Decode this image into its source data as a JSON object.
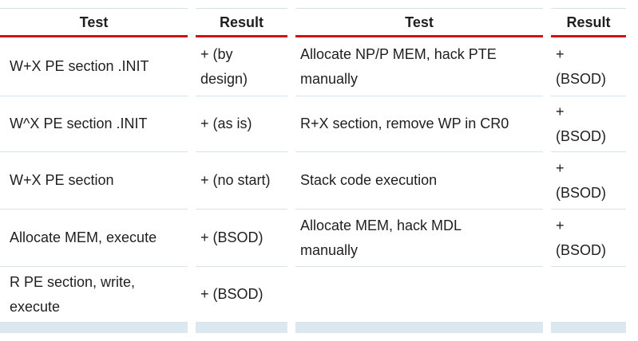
{
  "table": {
    "columns": [
      {
        "label": "Test"
      },
      {
        "label": "Result"
      },
      {
        "label": "Test"
      },
      {
        "label": "Result"
      }
    ],
    "rows": [
      {
        "cells": [
          "W+X PE section .INIT",
          "+ (by design)",
          "Allocate NP/P MEM, hack PTE manually",
          "+ (BSOD)"
        ]
      },
      {
        "cells": [
          "W^X PE section .INIT",
          "+ (as is)",
          "R+X section, remove WP in CR0",
          "+ (BSOD)"
        ]
      },
      {
        "cells": [
          "W+X PE section",
          "+ (no start)",
          "Stack code execution",
          "+ (BSOD)"
        ]
      },
      {
        "cells": [
          "Allocate MEM, execute",
          "+ (BSOD)",
          "Allocate MEM, hack MDL manually",
          "+ (BSOD)"
        ]
      },
      {
        "cells": [
          "R PE section, write, execute",
          "+ (BSOD)",
          "",
          ""
        ]
      }
    ]
  },
  "colors": {
    "header_underline": "#cf1212",
    "row_border": "#d5e4ea",
    "next_row_background": "#dbe8f1",
    "text": "#1f1f1f"
  }
}
